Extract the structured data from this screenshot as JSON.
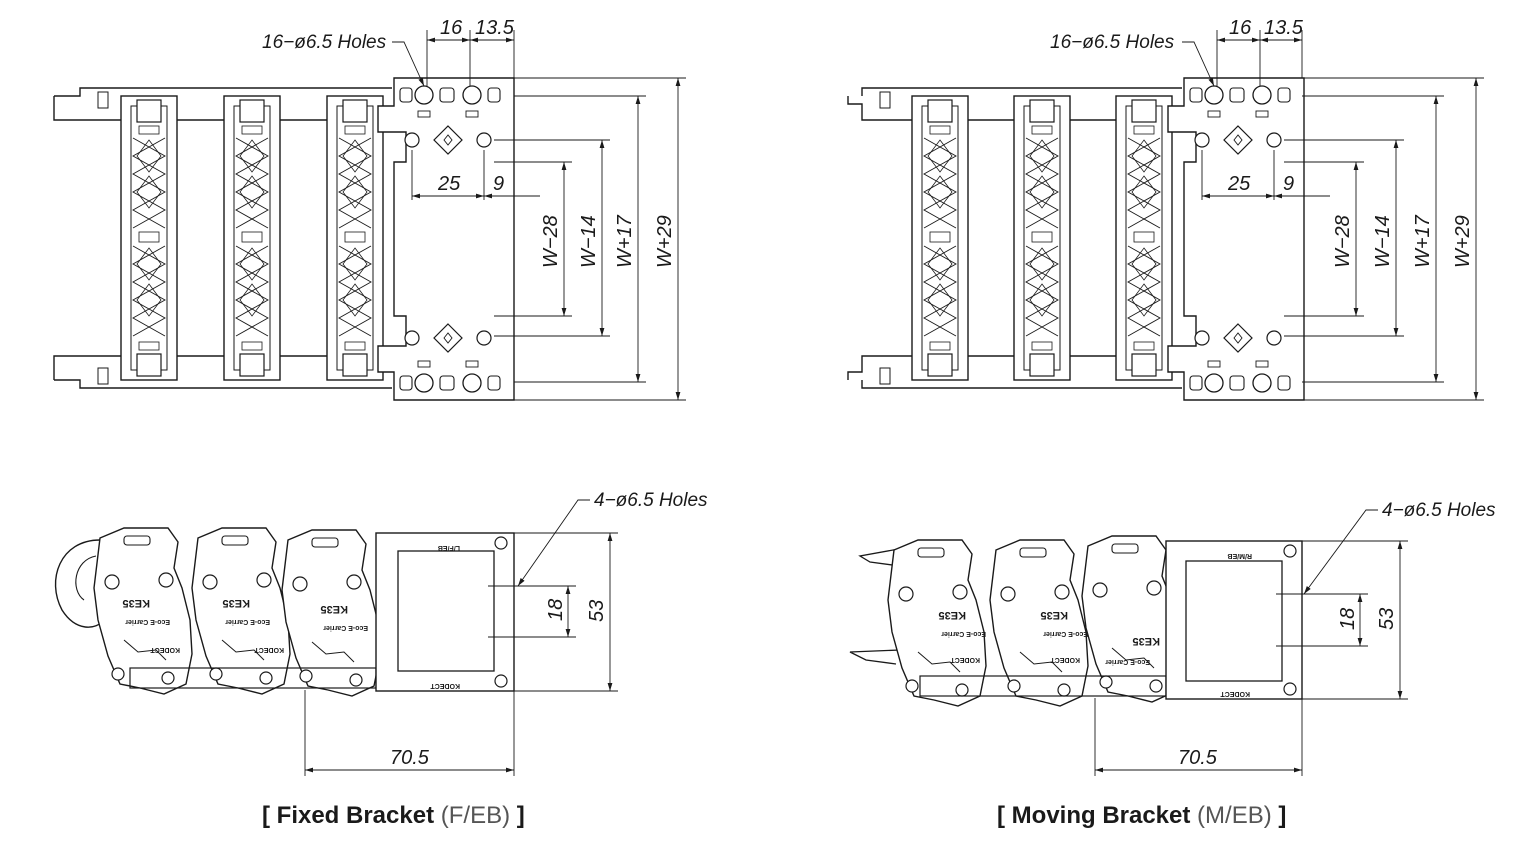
{
  "fixed": {
    "top": {
      "holes_label": "16−ø6.5 Holes",
      "dim_16": "16",
      "dim_13_5": "13.5",
      "dim_25": "25",
      "dim_9": "9",
      "dim_w28": "W−28",
      "dim_w14": "W−14",
      "dim_w17": "W+17",
      "dim_w29": "W+29"
    },
    "side": {
      "holes_label": "4−ø6.5 Holes",
      "dim_18": "18",
      "dim_53": "53",
      "dim_70_5": "70.5",
      "bracket_mark": "L/F/EB",
      "logo": "KODECT",
      "model": "KE35",
      "series": "Eco-E Carrier"
    },
    "caption": {
      "bold": "[ Fixed Bracket",
      "normal": " (F/EB) ",
      "close": "]"
    }
  },
  "moving": {
    "top": {
      "holes_label": "16−ø6.5 Holes",
      "dim_16": "16",
      "dim_13_5": "13.5",
      "dim_25": "25",
      "dim_9": "9",
      "dim_w28": "W−28",
      "dim_w14": "W−14",
      "dim_w17": "W+17",
      "dim_w29": "W+29"
    },
    "side": {
      "holes_label": "4−ø6.5 Holes",
      "dim_18": "18",
      "dim_53": "53",
      "dim_70_5": "70.5",
      "bracket_mark": "R/M/EB",
      "logo": "KODECT",
      "model": "KE35",
      "series": "Eco-E Carrier"
    },
    "caption": {
      "bold": "[ Moving Bracket",
      "normal": " (M/EB) ",
      "close": "]"
    }
  },
  "colors": {
    "line": "#1a1a1a",
    "caption_normal": "#555555"
  }
}
